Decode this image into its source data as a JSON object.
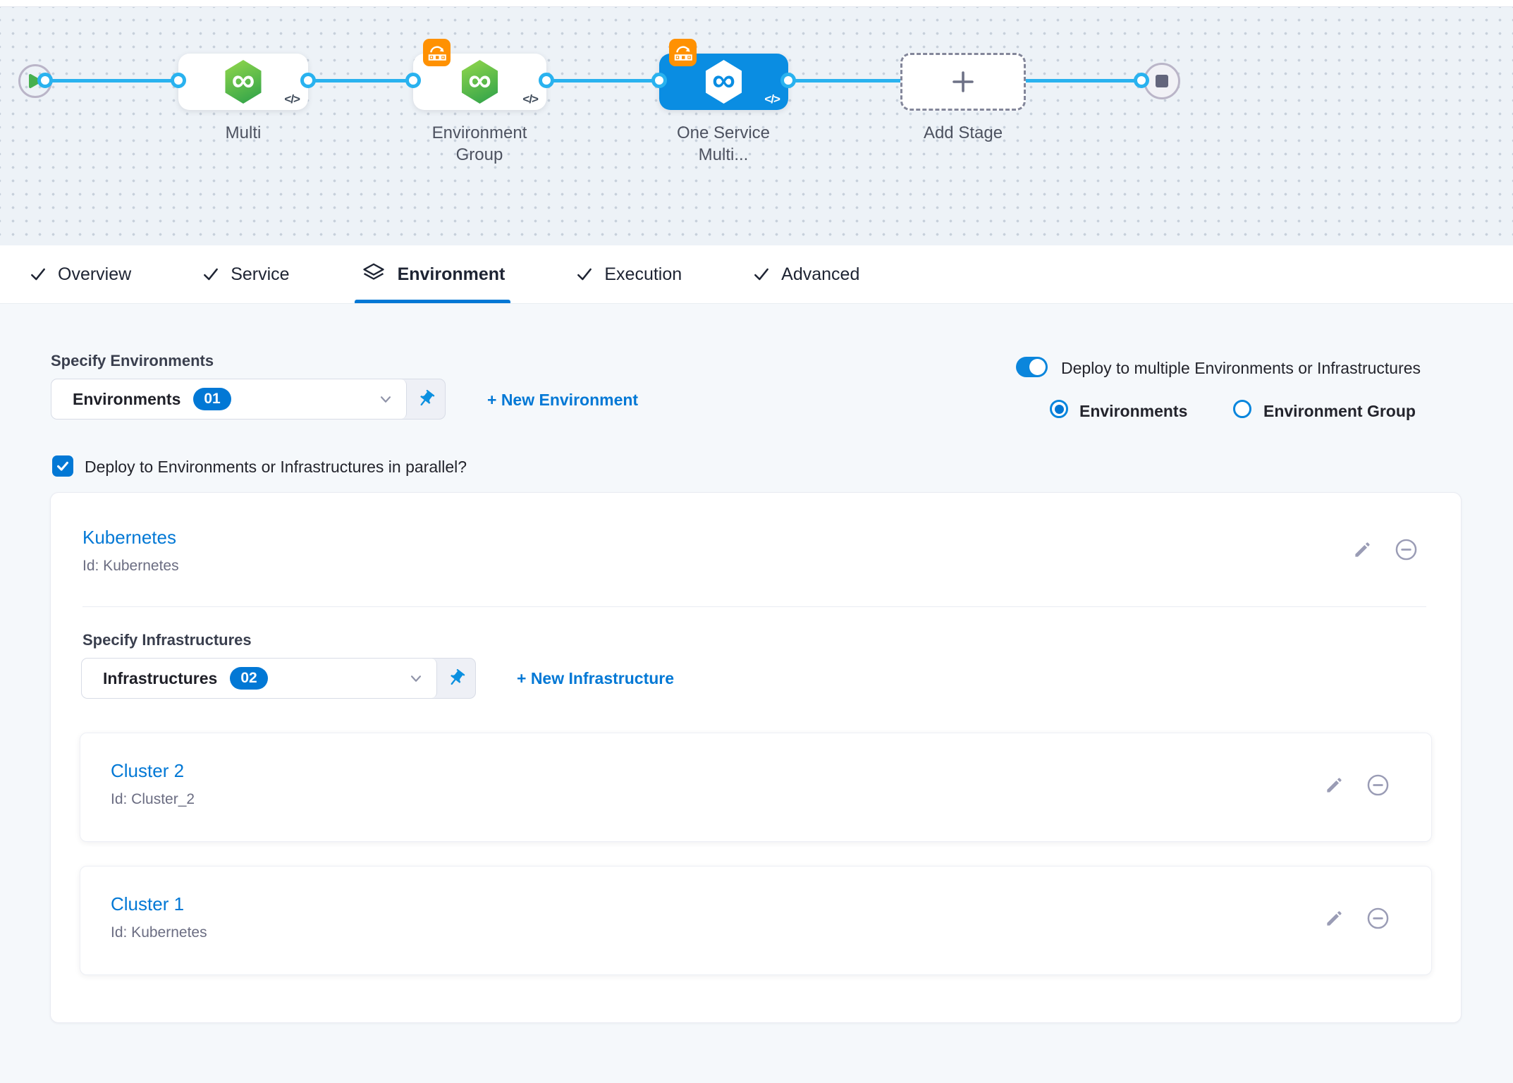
{
  "colors": {
    "accent_blue": "#0278d5",
    "node_selected_blue": "#0a8de2",
    "connector_blue": "#29b2ef",
    "badge_orange": "#ff9102",
    "hexagon_green": "#3fae49",
    "canvas_bg": "#edf2f7",
    "content_bg": "#f5f8fb"
  },
  "pipeline": {
    "infinity_glyph": "∞",
    "code_marker": "</>",
    "stages": [
      {
        "type": "start"
      },
      {
        "type": "stage",
        "label": "Multi"
      },
      {
        "type": "stage",
        "label": "Environment Group",
        "badge": "rollout-strategy-icon"
      },
      {
        "type": "stage",
        "label": "One Service Multi...",
        "selected": true,
        "badge": "rollout-strategy-icon"
      },
      {
        "type": "add-stage",
        "label": "Add Stage"
      },
      {
        "type": "end"
      }
    ]
  },
  "tabs": [
    {
      "label": "Overview",
      "icon": "check-icon",
      "active": false
    },
    {
      "label": "Service",
      "icon": "check-icon",
      "active": false
    },
    {
      "label": "Environment",
      "icon": "environment-layers-icon",
      "active": true
    },
    {
      "label": "Execution",
      "icon": "check-icon",
      "active": false
    },
    {
      "label": "Advanced",
      "icon": "check-icon",
      "active": false
    }
  ],
  "environment_section": {
    "specify_environments_label": "Specify Environments",
    "environments_dropdown": {
      "value": "Environments",
      "count_badge": "01"
    },
    "new_environment_link": "+ New Environment",
    "deploy_multiple_toggle": {
      "label": "Deploy to multiple Environments or Infrastructures",
      "on": true
    },
    "target_type_radios": [
      {
        "label": "Environments",
        "selected": true
      },
      {
        "label": "Environment Group",
        "selected": false
      }
    ],
    "parallel_checkbox": {
      "label": "Deploy to Environments or Infrastructures in parallel?",
      "checked": true
    },
    "environment_card": {
      "title": "Kubernetes",
      "id_line": "Id: Kubernetes",
      "specify_infrastructures_label": "Specify Infrastructures",
      "infrastructures_dropdown": {
        "value": "Infrastructures",
        "count_badge": "02"
      },
      "new_infrastructure_link": "+ New Infrastructure",
      "infrastructures": [
        {
          "title": "Cluster 2",
          "id_line": "Id: Cluster_2"
        },
        {
          "title": "Cluster 1",
          "id_line": "Id: Kubernetes"
        }
      ]
    }
  }
}
